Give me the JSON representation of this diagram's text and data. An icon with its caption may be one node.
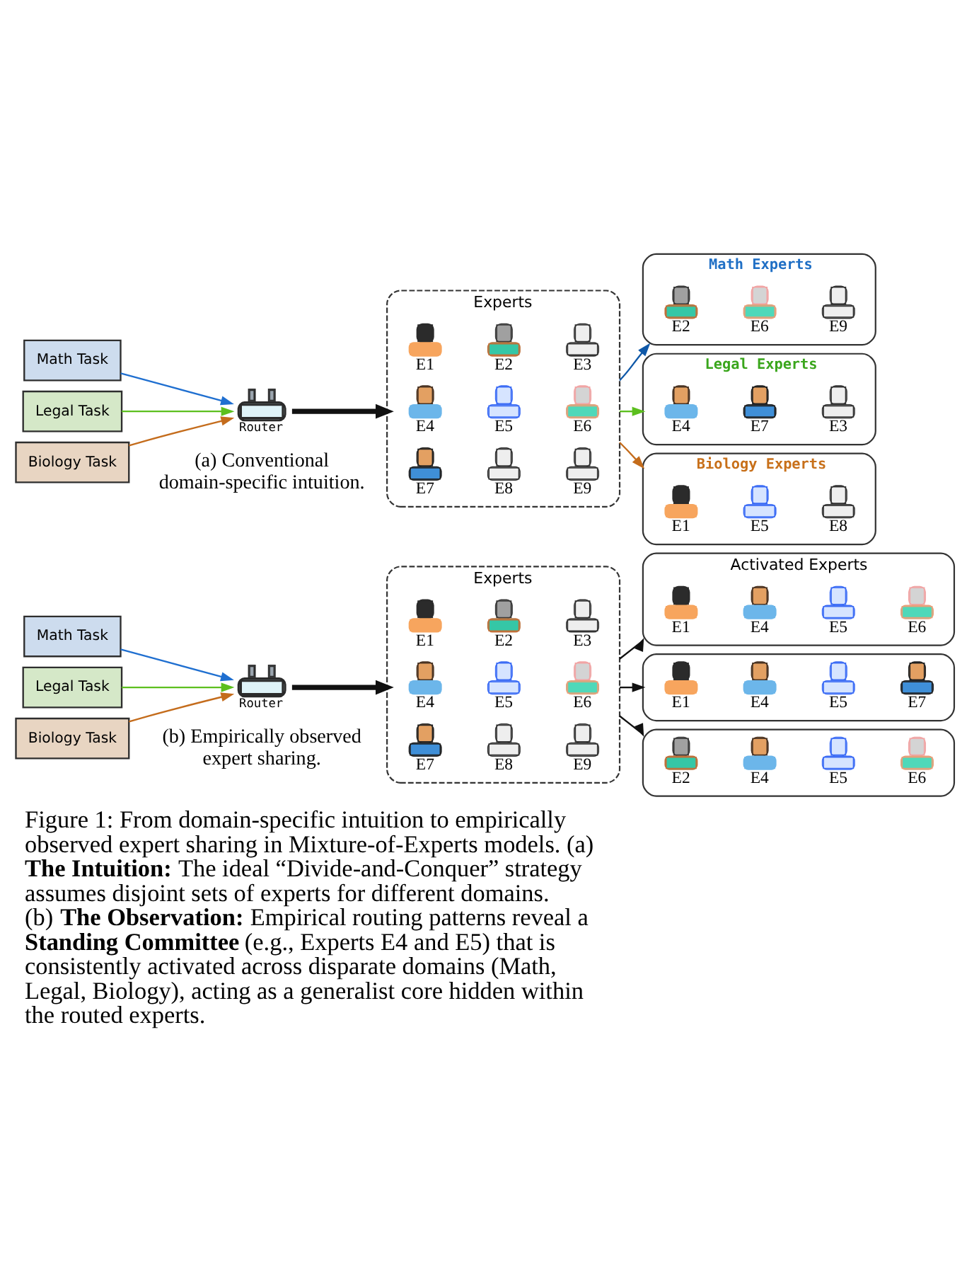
{
  "diagram": {
    "caption": "Figure 1: From domain-specific intuition to empirically observed expert sharing in Mixture-of-Experts models. (a) **The Intuition:** The ideal “Divide-and-Conquer” strategy assumes disjoint sets of experts for different domains. (b) **The Observation:** Empirical routing patterns reveal a **Standing Committee** (e.g., Experts E4 and E5) that is consistently activated across disparate domains (Math, Legal, Biology), acting as a generalist core hidden within the routed experts.",
    "nodes": [
      {
        "text": [
          "Math Task"
        ]
      },
      {
        "text": [
          "Legal Task"
        ]
      },
      {
        "text": [
          "Biology Task"
        ]
      },
      {
        "text": [
          "Router"
        ]
      },
      {
        "text": [
          "Experts"
        ]
      },
      {
        "text": [
          "E1"
        ],
        "in": 4
      },
      {
        "text": [
          "E2"
        ],
        "in": 4
      },
      {
        "text": [
          "E3"
        ],
        "in": 4
      },
      {
        "text": [
          "E4"
        ],
        "in": 4
      },
      {
        "text": [
          "E5"
        ],
        "in": 4
      },
      {
        "text": [
          "E6"
        ],
        "in": 4
      },
      {
        "text": [
          "E7"
        ],
        "in": 4
      },
      {
        "text": [
          "E8"
        ],
        "in": 4
      },
      {
        "text": [
          "E9"
        ],
        "in": 4
      },
      {
        "text": [
          "Math Experts"
        ]
      },
      {
        "text": [
          "E2"
        ],
        "in": 14
      },
      {
        "text": [
          "E6"
        ],
        "in": 14
      },
      {
        "text": [
          "E9"
        ],
        "in": 14
      },
      {
        "text": [
          "Legal Experts"
        ]
      },
      {
        "text": [
          "E4"
        ],
        "in": 18
      },
      {
        "text": [
          "E7"
        ],
        "in": 18
      },
      {
        "text": [
          "E3"
        ],
        "in": 18
      },
      {
        "text": [
          "Biology Experts"
        ]
      },
      {
        "text": [
          "E1"
        ],
        "in": 22
      },
      {
        "text": [
          "E5"
        ],
        "in": 22
      },
      {
        "text": [
          "E8"
        ],
        "in": 22
      },
      {
        "text": [
          "Math Task"
        ]
      },
      {
        "text": [
          "Legal Task"
        ]
      },
      {
        "text": [
          "Biology Task"
        ]
      },
      {
        "text": [
          "Router"
        ]
      },
      {
        "text": [
          "Experts"
        ]
      },
      {
        "text": [
          "E1"
        ],
        "in": 30
      },
      {
        "text": [
          "E2"
        ],
        "in": 30
      },
      {
        "text": [
          "E3"
        ],
        "in": 30
      },
      {
        "text": [
          "E4"
        ],
        "in": 30
      },
      {
        "text": [
          "E5"
        ],
        "in": 30
      },
      {
        "text": [
          "E6"
        ],
        "in": 30
      },
      {
        "text": [
          "E7"
        ],
        "in": 30
      },
      {
        "text": [
          "E8"
        ],
        "in": 30
      },
      {
        "text": [
          "E9"
        ],
        "in": 30
      },
      {
        "text": [
          "Activated Experts"
        ]
      },
      {
        "text": [
          "E1"
        ],
        "in": 40
      },
      {
        "text": [
          "E4"
        ],
        "in": 40
      },
      {
        "text": [
          "E5"
        ],
        "in": 40
      },
      {
        "text": [
          "E6"
        ],
        "in": 40
      },
      {
        "text": [],
        "shape": "box"
      },
      {
        "text": [
          "E1"
        ],
        "in": 45
      },
      {
        "text": [
          "E4"
        ],
        "in": 45
      },
      {
        "text": [
          "E5"
        ],
        "in": 45
      },
      {
        "text": [
          "E7"
        ],
        "in": 45
      },
      {
        "text": [],
        "shape": "box"
      },
      {
        "text": [
          "E2"
        ],
        "in": 50
      },
      {
        "text": [
          "E4"
        ],
        "in": 50
      },
      {
        "text": [
          "E5"
        ],
        "in": 50
      },
      {
        "text": [
          "E6"
        ],
        "in": 50
      }
    ],
    "edges": [
      {
        "from": 0,
        "to": 3,
        "arrow": "to",
        "color": "#1f6fd0"
      },
      {
        "from": 1,
        "to": 3,
        "arrow": "to",
        "color": "#5cbf1e"
      },
      {
        "from": 2,
        "to": 3,
        "arrow": "to",
        "color": "#c46c1c"
      },
      {
        "from": 3,
        "to": 4,
        "arrow": "to",
        "style": "thick"
      },
      {
        "from": 4,
        "to": 14,
        "arrow": "to",
        "color": "#0f58a8"
      },
      {
        "from": 4,
        "to": 18,
        "arrow": "to",
        "color": "#5cbf1e"
      },
      {
        "from": 4,
        "to": 22,
        "arrow": "to",
        "color": "#c46c1c"
      },
      {
        "from": 26,
        "to": 29,
        "arrow": "to",
        "color": "#1f6fd0"
      },
      {
        "from": 27,
        "to": 29,
        "arrow": "to",
        "color": "#5cbf1e"
      },
      {
        "from": 28,
        "to": 29,
        "arrow": "to",
        "color": "#c46c1c"
      },
      {
        "from": 29,
        "to": 30,
        "arrow": "to",
        "style": "thick"
      },
      {
        "from": 30,
        "to": 40,
        "arrow": "to"
      },
      {
        "from": 30,
        "to": 45,
        "arrow": "to"
      },
      {
        "from": 30,
        "to": 50,
        "arrow": "to"
      }
    ],
    "labels": [
      "(a) Conventional domain-specific intuition.",
      "(b) Empirically observed expert sharing."
    ]
  }
}
